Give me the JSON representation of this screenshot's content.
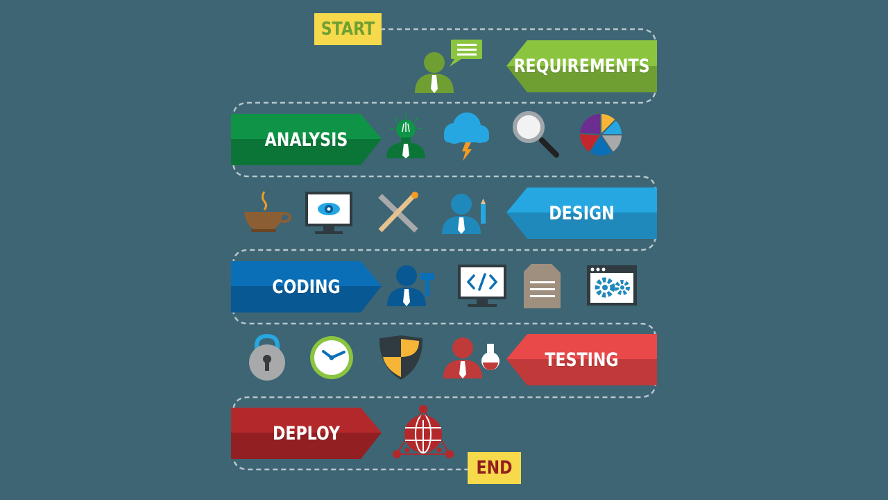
{
  "start_label": "START",
  "end_label": "END",
  "stages": [
    {
      "label": "REQUIREMENTS",
      "color": "#8bc43f",
      "shade": "#6f9f32"
    },
    {
      "label": "ANALYSIS",
      "color": "#0f9447",
      "shade": "#0b7538"
    },
    {
      "label": "DESIGN",
      "color": "#27a7e1",
      "shade": "#1f89bb"
    },
    {
      "label": "CODING",
      "color": "#0b6fb7",
      "shade": "#085893"
    },
    {
      "label": "TESTING",
      "color": "#e94949",
      "shade": "#c03a3a"
    },
    {
      "label": "DEPLOY",
      "color": "#b3292b",
      "shade": "#921f21"
    }
  ],
  "icons": {
    "requirements": [
      "person-speech-icon"
    ],
    "analysis": [
      "person-lightbulb-icon",
      "cloud-lightning-icon",
      "magnifier-icon",
      "pie-chart-icon"
    ],
    "design": [
      "coffee-cup-icon",
      "monitor-eye-icon",
      "pencil-brush-icon",
      "person-pencil-icon"
    ],
    "coding": [
      "person-hammer-icon",
      "monitor-code-icon",
      "document-icon",
      "browser-gears-icon"
    ],
    "testing": [
      "padlock-icon",
      "clock-icon",
      "shield-icon",
      "person-flask-icon"
    ],
    "deploy": [
      "globe-network-icon"
    ]
  },
  "colors": {
    "background": "#3d6574",
    "tag_fill": "#f7d94c",
    "start_text": "#6f9f32",
    "end_text": "#921f21",
    "path": "#b9c6cc"
  }
}
